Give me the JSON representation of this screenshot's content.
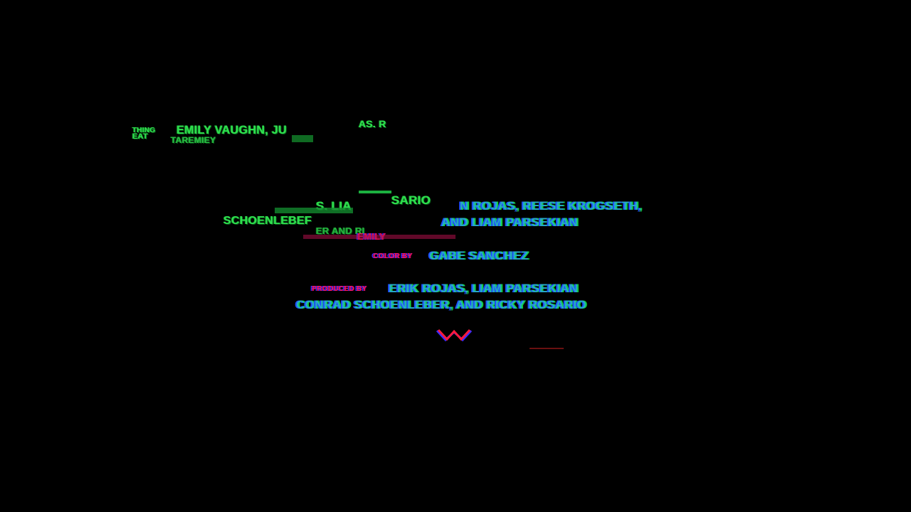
{
  "credits": {
    "fragments_top": {
      "line_a_prefix": "THING",
      "line_a_name": "EMILY VAUGHN, JU",
      "line_a_tail": "AS. R",
      "line_b_prefix": "EAT",
      "line_b_name": "TAREMIEY"
    },
    "fragments_mid": {
      "sario": "SARIO",
      "lia": "S. LIA",
      "schoen": "SCHOENLEBEF",
      "rojas": "N ROJAS, REESE KROGSETH,",
      "liam": "AND LIAM PARSEKIAN",
      "and_ri": "ER AND RI",
      "emily": "EMILY"
    },
    "color": {
      "label": "COLOR BY",
      "name": "GABE SANCHEZ"
    },
    "produced": {
      "label": "PRODUCED BY",
      "line1": "ERIK ROJAS,  LIAM PARSEKIAN",
      "line2": "CONRAD SCHOENLEBER, AND  RICKY ROSARIO"
    }
  },
  "colors": {
    "background": "#000000",
    "credit_text": "#27a9c8",
    "glitch_green": "#2fe04f",
    "label_magenta": "#ff1560"
  }
}
